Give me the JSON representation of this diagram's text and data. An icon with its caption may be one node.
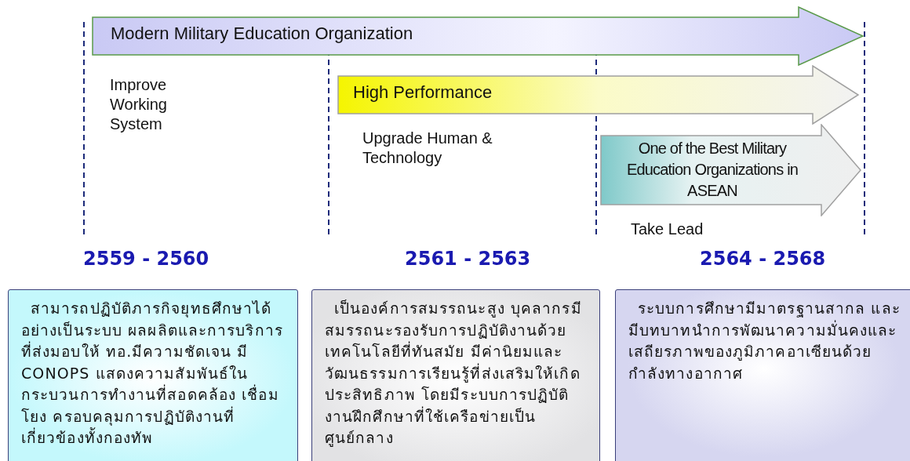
{
  "diagram": {
    "nodes": [
      {
        "text": [
          "Modern Military Education Organization"
        ]
      },
      {
        "text": [
          "High Performance"
        ]
      },
      {
        "text": [
          "One of the Best Military Education Organizations in ASEAN"
        ]
      },
      {
        "text": [
          "สามารถปฏิบัติภารกิจยุทธศึกษาได้อย่างเป็นระบบ ผลผลิตและการบริการที่ส่งมอบให้ ทอ.มีความชัดเจน มี CONOPS แสดงความสัมพันธ์ในกระบวนการทำงานที่สอดคล้อง เชื่อมโยง ครอบคลุมการปฏิบัติงานที่เกี่ยวข้องทั้งกองทัพ"
        ]
      },
      {
        "text": [
          "เป็นองค์การสมรรถนะสูง บุคลากรมีสมรรถนะรองรับการปฏิบัติงานด้วยเทคโนโลยีที่ทันสมัย มีค่านิยมและวัฒนธรรมการเรียนรู้ที่ส่งเสริมให้เกิดประสิทธิภาพ โดยมีระบบการปฏิบัติงานฝึกศึกษาที่ใช้เครือข่ายเป็นศูนย์กลาง"
        ]
      },
      {
        "text": [
          "ระบบการศึกษามีมาตรฐานสากล และ มีบทบาทนำการพัฒนาความมั่นคงและเสถียรภาพของภูมิภาคอาเซียนด้วยกำลังทางอากาศ"
        ]
      }
    ],
    "labels": [
      "Improve Working System",
      "Upgrade Human & Technology",
      "Take Lead",
      "2559 - 2560",
      "2561 - 2563",
      "2564 - 2568"
    ]
  }
}
